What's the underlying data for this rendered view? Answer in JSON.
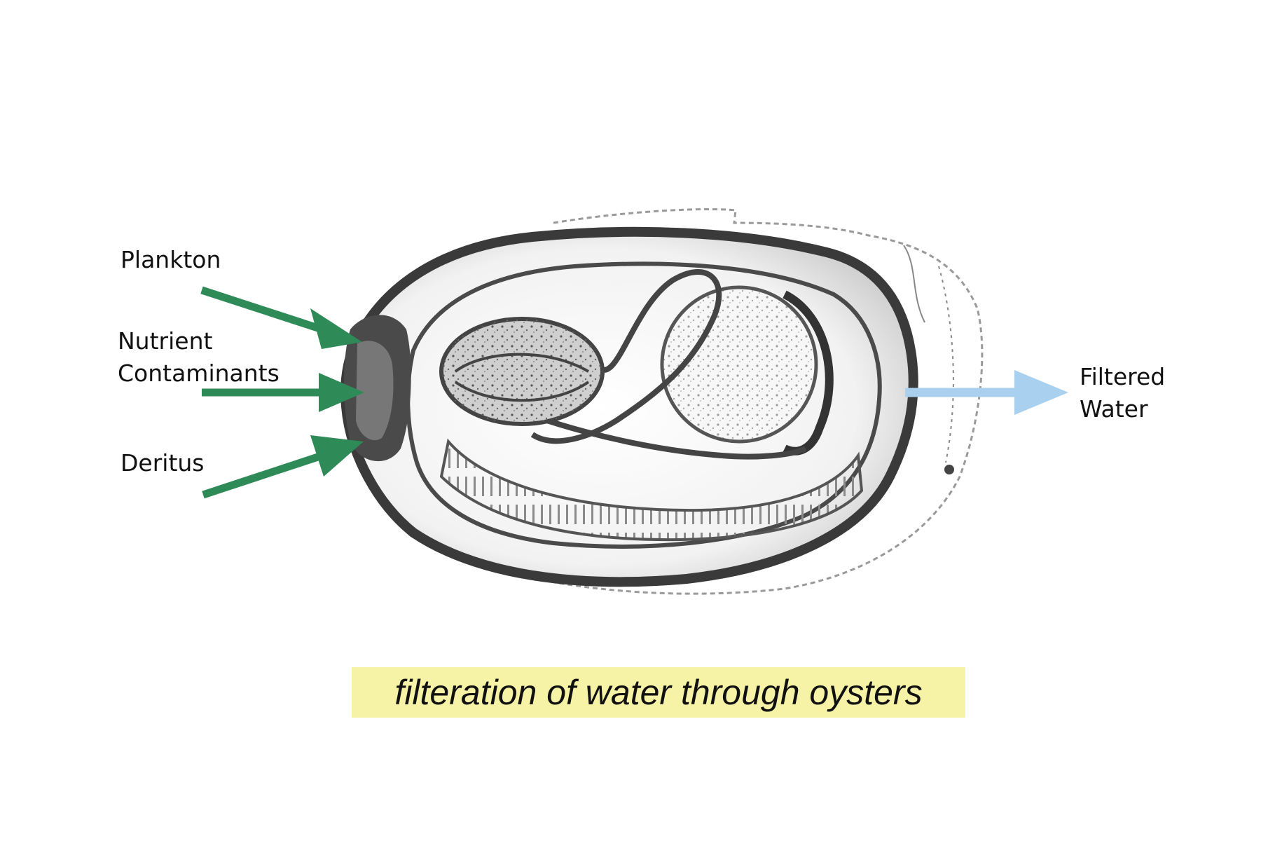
{
  "inputs": [
    {
      "lines": [
        "Plankton"
      ],
      "arrow_color": "#2e8b57"
    },
    {
      "lines": [
        "Nutrient",
        "Contaminants"
      ],
      "arrow_color": "#2e8b57"
    },
    {
      "lines": [
        "Deritus"
      ],
      "arrow_color": "#2e8b57"
    }
  ],
  "output": {
    "lines": [
      "Filtered",
      "Water"
    ],
    "arrow_color": "#a9d0ee"
  },
  "caption": {
    "text": "filteration of water through oysters",
    "background": "#f6f3a6"
  },
  "illustration": {
    "subject": "oyster-anatomy-sketch",
    "ink_color": "#3a3a3a"
  }
}
